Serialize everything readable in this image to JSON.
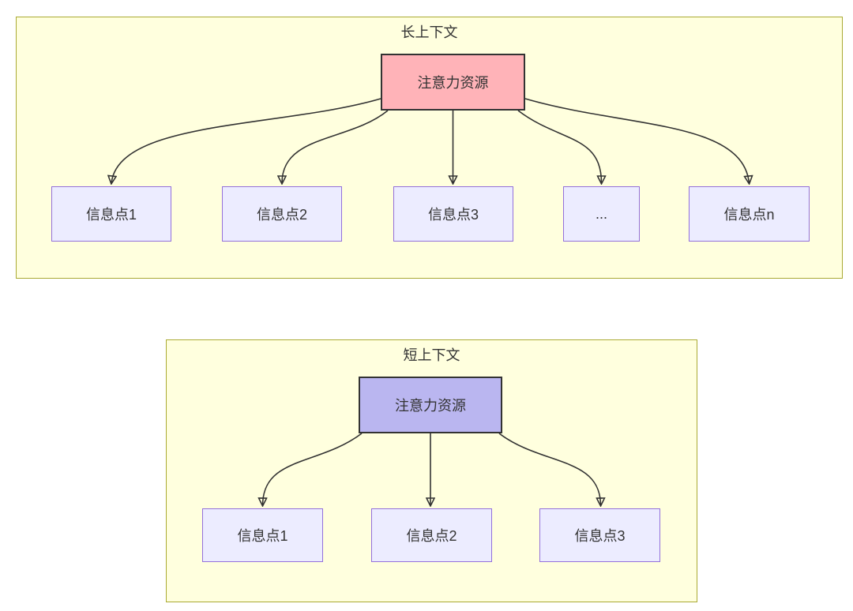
{
  "diagram_long": {
    "title": "长上下文",
    "attention_label": "注意力资源",
    "targets": [
      "信息点1",
      "信息点2",
      "信息点3",
      "...",
      "信息点n"
    ]
  },
  "diagram_short": {
    "title": "短上下文",
    "attention_label": "注意力资源",
    "targets": [
      "信息点1",
      "信息点2",
      "信息点3"
    ]
  },
  "colors": {
    "cluster_fill": "#ffffde",
    "cluster_border": "#aaaa33",
    "info_node_fill": "#ececff",
    "info_node_border": "#9370db",
    "attention_long_fill": "#ffb3b8",
    "attention_short_fill": "#bab6f0",
    "attention_border": "#333333",
    "edge": "#333333",
    "text": "#333333"
  }
}
